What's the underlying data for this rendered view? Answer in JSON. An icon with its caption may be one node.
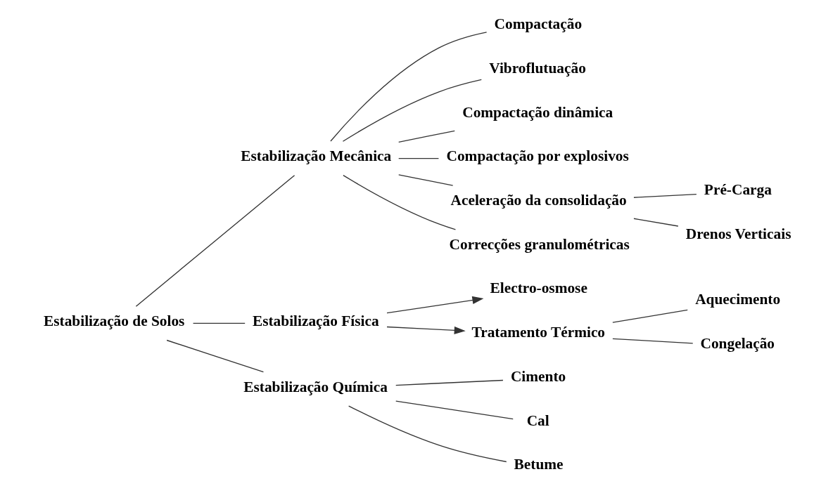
{
  "diagram": {
    "nodes": [
      {
        "text": [
          "Estabilização de Solos"
        ]
      },
      {
        "text": [
          "Estabilização Mecânica"
        ]
      },
      {
        "text": [
          "Estabilização Física"
        ]
      },
      {
        "text": [
          "Estabilização Química"
        ]
      },
      {
        "text": [
          "Compactação"
        ]
      },
      {
        "text": [
          "Vibroflutuação"
        ]
      },
      {
        "text": [
          "Compactação dinâmica"
        ]
      },
      {
        "text": [
          "Compactação por explosivos"
        ]
      },
      {
        "text": [
          "Aceleração da consolidação"
        ]
      },
      {
        "text": [
          "Correcções granulométricas"
        ]
      },
      {
        "text": [
          "Pré-Carga"
        ]
      },
      {
        "text": [
          "Drenos Verticais"
        ]
      },
      {
        "text": [
          "Electro-osmose"
        ]
      },
      {
        "text": [
          "Tratamento Térmico"
        ]
      },
      {
        "text": [
          "Aquecimento"
        ]
      },
      {
        "text": [
          "Congelação"
        ]
      },
      {
        "text": [
          "Cimento"
        ]
      },
      {
        "text": [
          "Cal"
        ]
      },
      {
        "text": [
          "Betume"
        ]
      }
    ],
    "edges": [
      {
        "from": 0,
        "to": 1,
        "arrow": "none"
      },
      {
        "from": 0,
        "to": 2,
        "arrow": "none"
      },
      {
        "from": 0,
        "to": 3,
        "arrow": "none"
      },
      {
        "from": 1,
        "to": 4,
        "arrow": "none"
      },
      {
        "from": 1,
        "to": 5,
        "arrow": "none"
      },
      {
        "from": 1,
        "to": 6,
        "arrow": "none"
      },
      {
        "from": 1,
        "to": 7,
        "arrow": "none"
      },
      {
        "from": 1,
        "to": 8,
        "arrow": "none"
      },
      {
        "from": 1,
        "to": 9,
        "arrow": "none"
      },
      {
        "from": 8,
        "to": 10,
        "arrow": "none"
      },
      {
        "from": 8,
        "to": 11,
        "arrow": "none"
      },
      {
        "from": 2,
        "to": 12,
        "arrow": "to"
      },
      {
        "from": 2,
        "to": 13,
        "arrow": "to"
      },
      {
        "from": 13,
        "to": 14,
        "arrow": "none"
      },
      {
        "from": 13,
        "to": 15,
        "arrow": "none"
      },
      {
        "from": 3,
        "to": 16,
        "arrow": "none"
      },
      {
        "from": 3,
        "to": 17,
        "arrow": "none"
      },
      {
        "from": 3,
        "to": 18,
        "arrow": "none"
      }
    ]
  }
}
